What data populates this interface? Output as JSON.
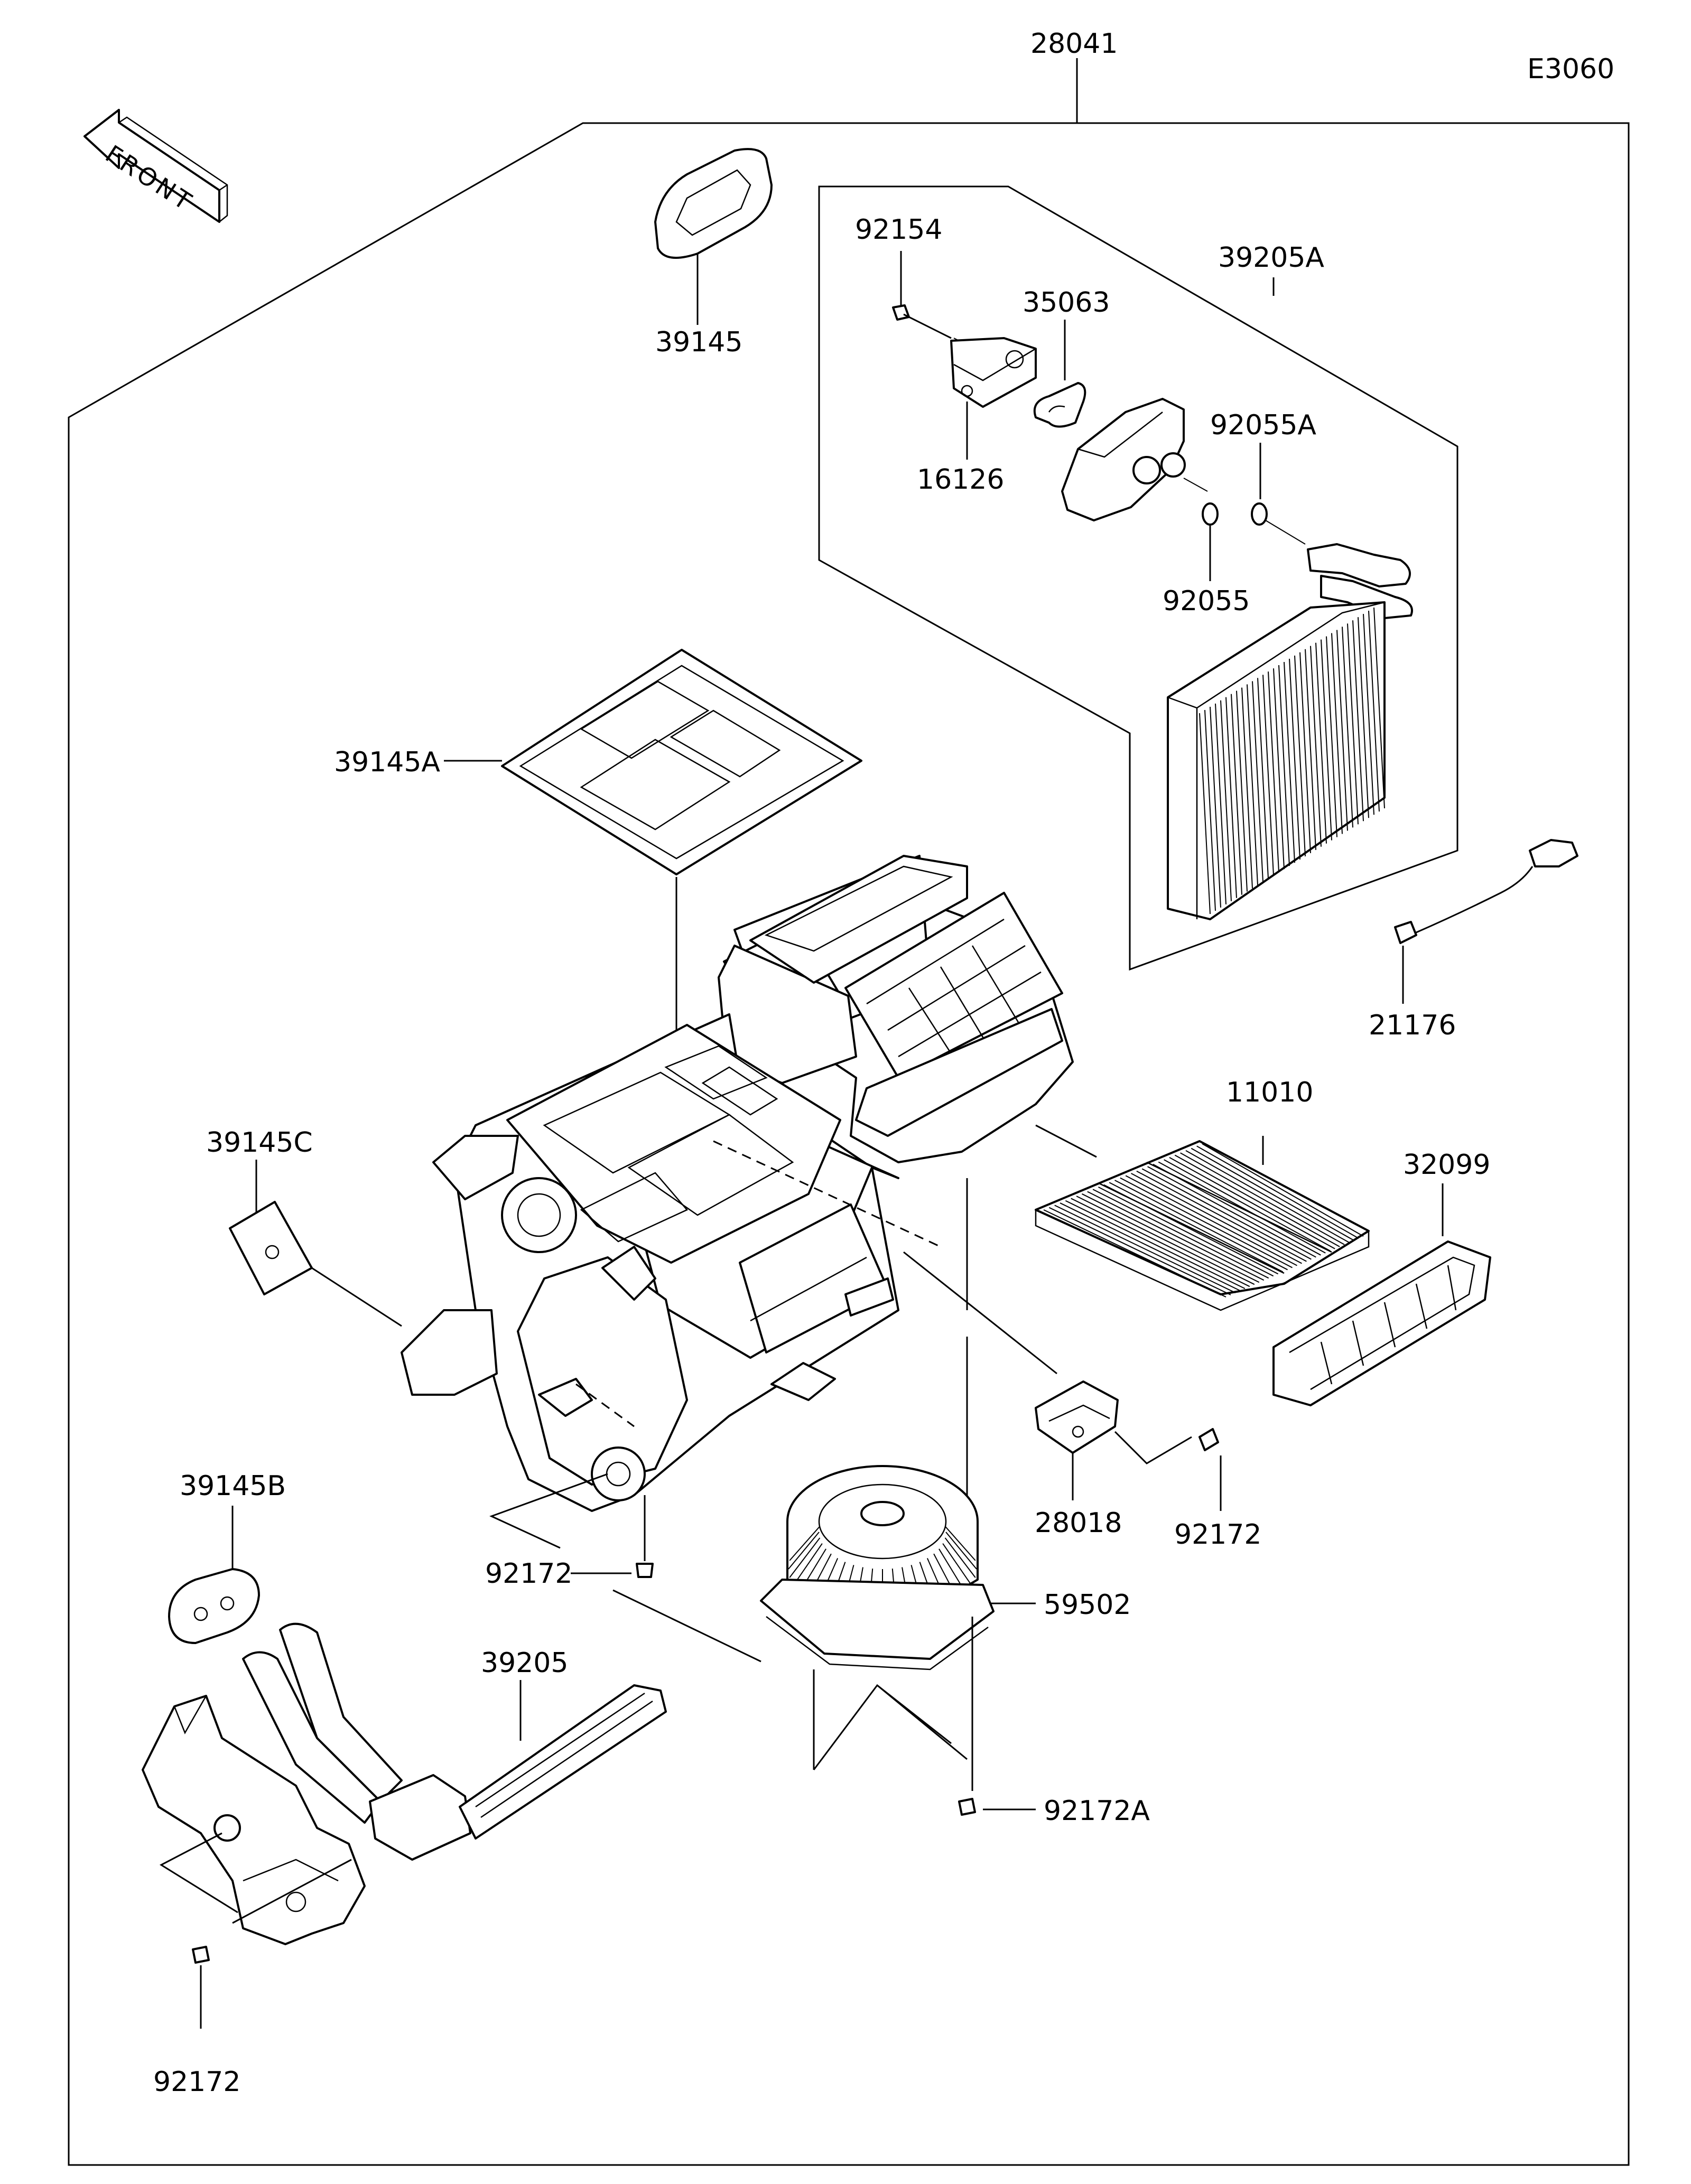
{
  "diagram_code": "E3060",
  "front_label": "FRONT",
  "assembly_number": "28041",
  "part_labels": {
    "p39145": "39145",
    "p92154": "92154",
    "p35063": "35063",
    "p39205A": "39205A",
    "p92055A": "92055A",
    "p16126": "16126",
    "p92055": "92055",
    "p39145A": "39145A",
    "p21176": "21176",
    "p11010": "11010",
    "p39145C": "39145C",
    "p32099": "32099",
    "p39145B": "39145B",
    "p28018": "28018",
    "p92172_mid": "92172",
    "p92172_right": "92172",
    "p59502": "59502",
    "p39205": "39205",
    "p92172A": "92172A",
    "p92172_bottom": "92172"
  }
}
